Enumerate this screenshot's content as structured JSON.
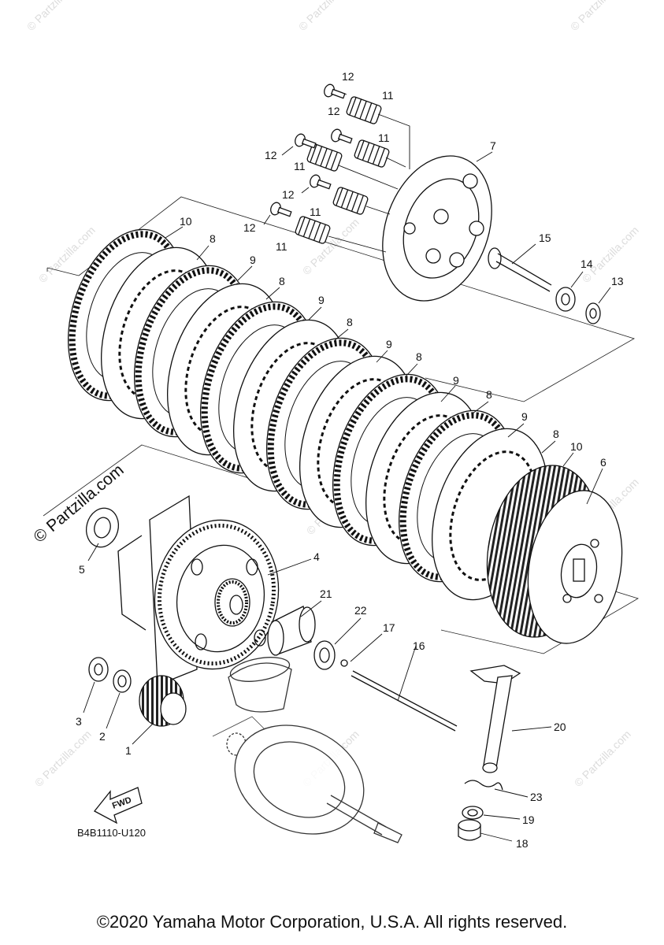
{
  "copyright": "©2020 Yamaha Motor Corporation, U.S.A. All rights reserved.",
  "diagram_code": "B4B1110-U120",
  "fwd_label": "FWD",
  "watermark": "© Partzilla.com",
  "watermark_small": "© Partzilla.com",
  "callouts": {
    "n1": "1",
    "n2": "2",
    "n3": "3",
    "n4": "4",
    "n5": "5",
    "n6": "6",
    "n7": "7",
    "n8": "8",
    "n9": "9",
    "n10": "10",
    "n11": "11",
    "n12": "12",
    "n13": "13",
    "n14": "14",
    "n15": "15",
    "n16": "16",
    "n17": "17",
    "n18": "18",
    "n19": "19",
    "n20": "20",
    "n21": "21",
    "n22": "22",
    "n23": "23"
  },
  "ink_color": "#111111",
  "watermark_color": "#d8d8d8"
}
